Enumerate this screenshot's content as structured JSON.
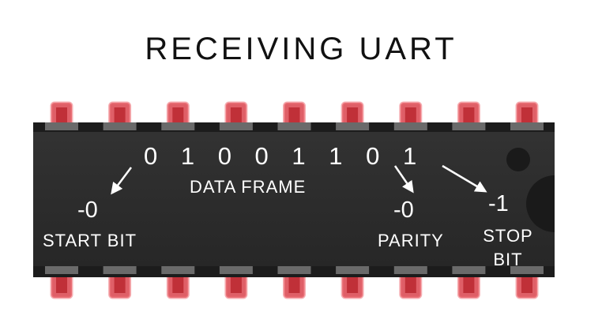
{
  "title": "RECEIVING UART",
  "chip": {
    "body_color": "#2b2b2b",
    "pin_color": "#d9434c",
    "pins_per_side": 9
  },
  "data_frame": {
    "bits": "0 1 0 0 1 1 0 1",
    "label": "DATA FRAME"
  },
  "start_bit": {
    "value": "-0",
    "label": "START BIT"
  },
  "parity": {
    "value": "-0",
    "label": "PARITY"
  },
  "stop_bit": {
    "value": "-1",
    "label": "STOP BIT"
  }
}
